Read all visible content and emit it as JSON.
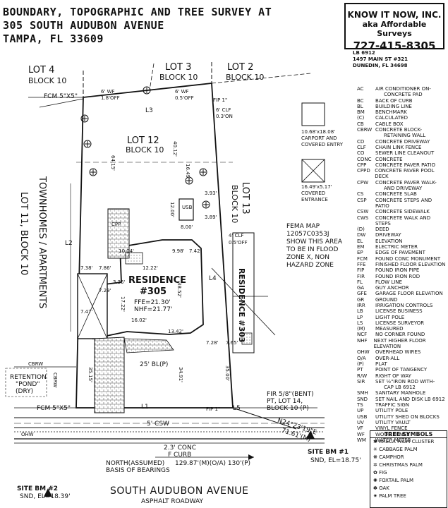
{
  "header": {
    "line1": "BOUNDARY, TOPOGRAPHIC AND TREE SURVEY AT",
    "line2": "305 SOUTH AUDUBON AVENUE",
    "line3": "TAMPA,  FL  33609"
  },
  "company": {
    "name": "KNOW IT NOW, INC.",
    "tagline": "aka Affordable Surveys",
    "phone": "727-415-8305",
    "lb": "LB 6912",
    "address1": "1497 MAIN ST #321",
    "address2": "DUNEDIN, FL 34698"
  },
  "legend": [
    [
      "AC",
      "AIR CONDITIONER ON-"
    ],
    [
      "",
      "CONCRETE PAD"
    ],
    [
      "BC",
      "BACK OF CURB"
    ],
    [
      "BL",
      "BUILDING LINE"
    ],
    [
      "BM",
      "BENCHMARK"
    ],
    [
      "(C)",
      "CALCULATED"
    ],
    [
      "CB",
      "CABLE BOX"
    ],
    [
      "CBRW",
      "CONCRETE BLOCK-"
    ],
    [
      "",
      "RETAINING WALL"
    ],
    [
      "CD",
      "CONCRETE DRIVEWAY"
    ],
    [
      "CLF",
      "CHAIN LINK FENCE"
    ],
    [
      "CO",
      "SEWER LINE CLEANOUT"
    ],
    [
      "CONC",
      "CONCRETE"
    ],
    [
      "CPP",
      "CONCRETE PAVER PATIO"
    ],
    [
      "CPPD",
      "CONCRETE PAVER POOL DECK"
    ],
    [
      "CPW",
      "CONCRETE PAVER WALK-"
    ],
    [
      "",
      "AND DRIVEWAY"
    ],
    [
      "CS",
      "CONCRETE SLAB"
    ],
    [
      "CSP",
      "CONCRETE STEPS AND PATIO"
    ],
    [
      "CSW",
      "CONCRETE SIDEWALK"
    ],
    [
      "CWS",
      "CONCRETE WALK AND STEPS"
    ],
    [
      "(D)",
      "DEED"
    ],
    [
      "DW",
      "DRIVEWAY"
    ],
    [
      "EL",
      "ELEVATION"
    ],
    [
      "EM",
      "ELECTRIC METER"
    ],
    [
      "EP",
      "EDGE OF PAVEMENT"
    ],
    [
      "FCM",
      "FOUND CONC MONUMENT"
    ],
    [
      "FFE",
      "FINISHED FLOOR ELEVATION"
    ],
    [
      "FIP",
      "FOUND IRON PIPE"
    ],
    [
      "FIR",
      "FOUND IRON ROD"
    ],
    [
      "FL",
      "FLOW LINE"
    ],
    [
      "GA",
      "GUY ANCHOR"
    ],
    [
      "GFE",
      "GARAGE FLOOR ELEVATION"
    ],
    [
      "GR",
      "GROUND"
    ],
    [
      "IRR",
      "IRRIGATION CONTROLS"
    ],
    [
      "LB",
      "LICENSE BUSINESS"
    ],
    [
      "LP",
      "LIGHT POLE"
    ],
    [
      "LS",
      "LICENSE SURVEYOR"
    ],
    [
      "(M)",
      "MEASURED"
    ],
    [
      "NCF",
      "NO CORNER FOUND"
    ],
    [
      "NHF",
      "NEXT HIGHER FLOOR ELEVATION"
    ],
    [
      "OHW",
      "OVERHEAD WIRES"
    ],
    [
      "O/A",
      "OVER-ALL"
    ],
    [
      "(P)",
      "PLAT"
    ],
    [
      "PT",
      "POINT OF TANGENCY"
    ],
    [
      "R/W",
      "RIGHT OF WAY"
    ],
    [
      "SIR",
      "SET ½\"IRON ROD WITH-"
    ],
    [
      "",
      "CAP LB 6912"
    ],
    [
      "SMH",
      "SANITARY MANHOLE"
    ],
    [
      "SND",
      "SET NAIL AND DISK LB 6912"
    ],
    [
      "TS",
      "TRAFFIC SIGN"
    ],
    [
      "UP",
      "UTILITY POLE"
    ],
    [
      "USB",
      "UTILITY SHED ON BLOCKS"
    ],
    [
      "UV",
      "UTILITY VAULT"
    ],
    [
      "VF",
      "VINYL FENCE"
    ],
    [
      "WF",
      "WOOD FENCE"
    ],
    [
      "WM",
      "WATER METER"
    ]
  ],
  "map_labels": {
    "lot4": "LOT 4",
    "block10_a": "BLOCK 10",
    "lot3": "LOT 3",
    "block10_b": "BLOCK 10",
    "lot2": "LOT 2",
    "block10_c": "BLOCK 10",
    "lot12": "LOT 12",
    "block10_d": "BLOCK 10",
    "lot13": "LOT 13",
    "block10_e": "BLOCK 10",
    "lot11": "LOT 11, BLOCK 10",
    "townhomes": "TOWNHOMES / APARTMENTS",
    "residence303": "RESIDENCE #303",
    "residence": "RESIDENCE",
    "residence_no": "#305",
    "ffe": "FFE=21.30'",
    "nhf": "NHF=21.77'",
    "carport_size": "10.68'x18.08'",
    "carport_desc1": "CARPORT AND",
    "carport_desc2": "COVERED ENTRY",
    "entrance_size": "16.49'x5.17'",
    "entrance_desc1": "COVERED",
    "entrance_desc2": "ENTRANCE",
    "fema1": "FEMA MAP",
    "fema2": "12057C0353J",
    "fema3": "SHOW THIS AREA",
    "fema4": "TO BE IN FLOOD",
    "fema5": "ZONE X, NON",
    "fema6": "HAZARD ZONE",
    "fir1": "FIR 5/8\"(BENT)",
    "fir2": "PT, LOT 14,",
    "fir3": "BLOCK 10 (P)",
    "bearing1": "N24°23'19\"E",
    "bearing2": "71.61'(M)",
    "sitebm1_title": "SITE BM #1",
    "sitebm1_val": "SND, EL=18.75'",
    "sitebm2_title": "SITE BM #2",
    "sitebm2_val": "SND, EL=18.39'",
    "street": "SOUTH AUDUBON AVENUE",
    "street_sub": "ASPHALT ROADWAY",
    "north": "NORTH(ASSUMED)",
    "basis": "BASIS OF BEARINGS",
    "dist": "129.87'(M)(O/A)   130'(P)",
    "curb": "2.3' CONC",
    "curb2": "F CURB",
    "retention1": "RETENTION",
    "retention2": "\"POND\"",
    "retention3": "(DRY)",
    "cbrw1": "CBRW",
    "cbrw2": "CBRW",
    "fcm1": "FCM 5\"X5\"",
    "fcm2": "FCM 5\"X5\"",
    "fip1": "FIP 1\"",
    "fip2": "FIP 1\"",
    "wf": "6' WF",
    "wf_off": "1.8'OFF",
    "wf2": "6' WF",
    "wf2_off": "0.5'OFF",
    "clf": "6' CLF",
    "clf_on": "0.3'ON",
    "clf4": "4' CLF",
    "clf4_off": "0.5'OFF",
    "usb": "USB",
    "cpp": "CPP",
    "l1": "L1",
    "l2": "L2",
    "l3": "L3",
    "l4": "L4",
    "l5": "L5",
    "bl": "25' BL(P)",
    "d1": "64.15'",
    "d2": "40.12'",
    "d3": "16.49'",
    "d4": "12.00'",
    "d5": "8.00'",
    "d6": "10.04'",
    "d7": "9.98'",
    "d8": "7.42'",
    "d9": "3.93'",
    "d10": "3.89'",
    "d11": "7.86'",
    "d12": "12.22'",
    "d13": "7.29'",
    "d14": "17.22'",
    "d15": "16.02'",
    "d16": "13.42'",
    "d17": "7.28'",
    "d18": "7.65'",
    "d19": "38.52'",
    "d20": "35.15'",
    "d21": "34.91'",
    "d22": "35.00'",
    "d23": "7.38'",
    "d24": "7.47'",
    "d25": "3.35'",
    "sidewalk": "5' CSW",
    "ohw": "OHW"
  },
  "tree_symbols": {
    "title": "TREE SYMBOLS",
    "items": [
      "ARECA PALM CLUSTER",
      "CABBAGE PALM",
      "CAMPHOR",
      "CHRISTMAS PALM",
      "FIG",
      "FOXTAIL PALM",
      "OAK",
      "PALM TREE"
    ]
  }
}
